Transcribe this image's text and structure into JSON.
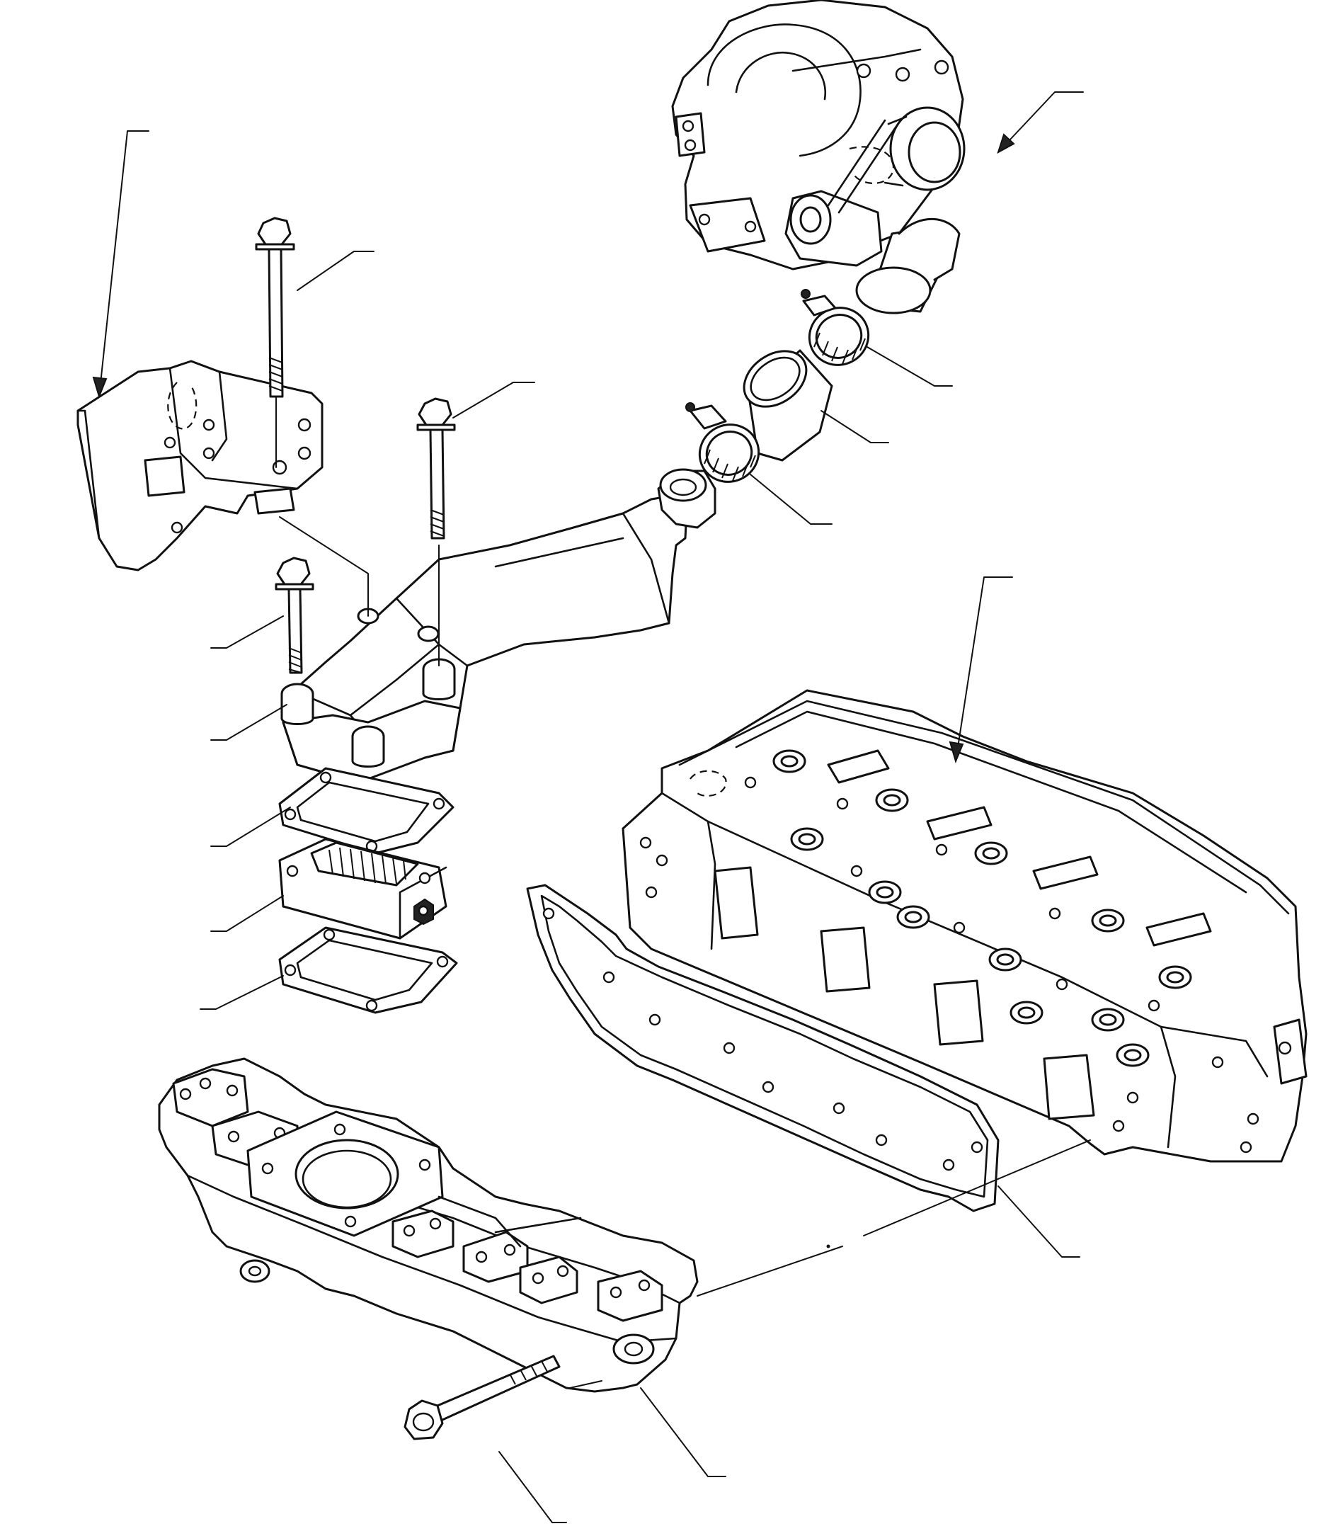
{
  "diagram": {
    "type": "exploded-parts-view",
    "callout_labels": [],
    "parts": [
      "turbocharger",
      "hose-clamp-upper",
      "rubber-hose",
      "hose-clamp-lower",
      "air-intake-elbow",
      "mounting-bracket",
      "long-flange-bolt-bracket",
      "long-flange-bolt-elbow",
      "short-flange-bolt",
      "upper-gasket",
      "intake-heater",
      "lower-gasket",
      "intake-manifold",
      "manifold-gasket",
      "cylinder-head",
      "manifold-bolt"
    ]
  }
}
